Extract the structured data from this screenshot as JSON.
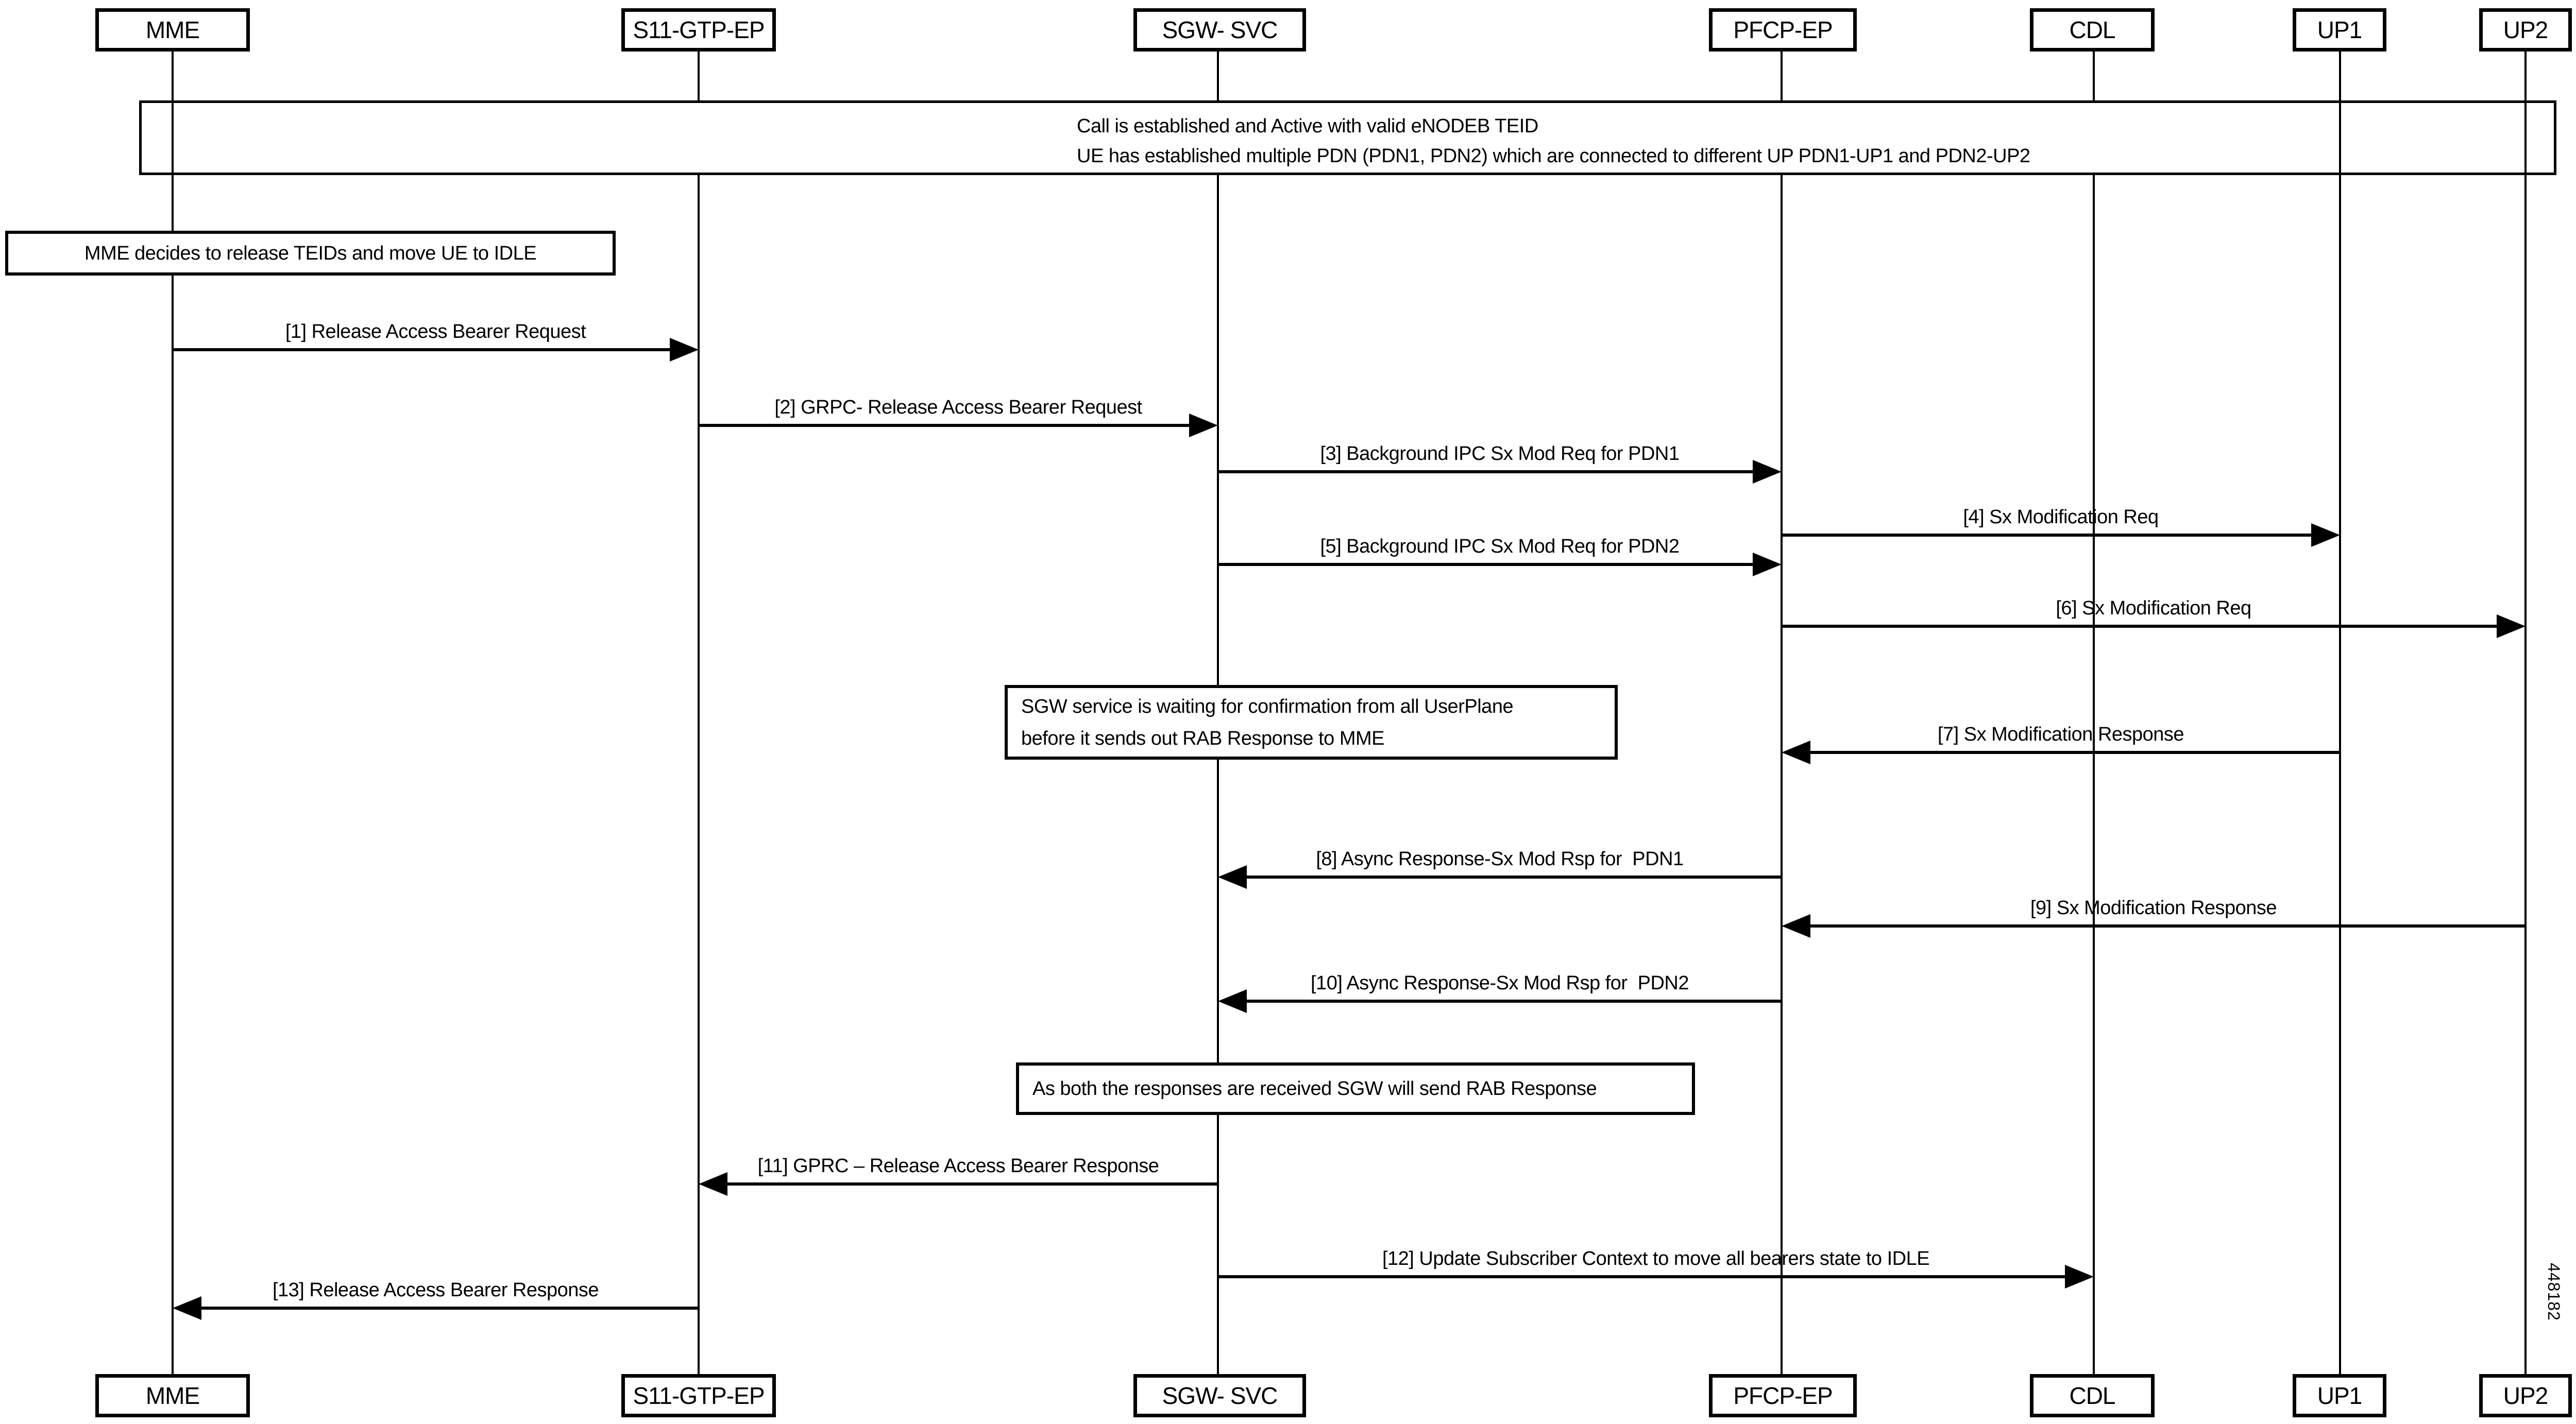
{
  "actors": [
    {
      "label": "MME"
    },
    {
      "label": "S11-GTP-EP"
    },
    {
      "label": "SGW- SVC"
    },
    {
      "label": "PFCP-EP"
    },
    {
      "label": "CDL"
    },
    {
      "label": "UP1"
    },
    {
      "label": "UP2"
    }
  ],
  "banner": {
    "line1": "Call is established and Active with valid eNODEB TEID",
    "line2": "UE has established multiple PDN (PDN1, PDN2) which are connected to different UP PDN1-UP1 and PDN2-UP2"
  },
  "notes": [
    {
      "lines": [
        "MME decides to release TEIDs and move UE to IDLE"
      ]
    },
    {
      "lines": [
        "SGW service is waiting for confirmation from all UserPlane",
        "before it sends out RAB Response to MME"
      ]
    },
    {
      "lines": [
        "As both the responses are received SGW will send RAB Response"
      ]
    }
  ],
  "messages": [
    {
      "label": "[1] Release Access Bearer Request",
      "from": "MME",
      "to": "S11-GTP-EP"
    },
    {
      "label": "[2] GRPC- Release Access Bearer Request",
      "from": "S11-GTP-EP",
      "to": "SGW- SVC"
    },
    {
      "label": "[3] Background IPC Sx Mod Req for PDN1",
      "from": "SGW- SVC",
      "to": "PFCP-EP"
    },
    {
      "label": "[4] Sx Modification Req",
      "from": "PFCP-EP",
      "to": "UP1"
    },
    {
      "label": "[5] Background IPC Sx Mod Req for PDN2",
      "from": "SGW- SVC",
      "to": "PFCP-EP"
    },
    {
      "label": "[6] Sx Modification Req",
      "from": "PFCP-EP",
      "to": "UP2"
    },
    {
      "label": "[7] Sx Modification Response",
      "from": "UP1",
      "to": "PFCP-EP"
    },
    {
      "label": "[8] Async Response-Sx Mod Rsp for  PDN1",
      "from": "PFCP-EP",
      "to": "SGW- SVC"
    },
    {
      "label": "[9] Sx Modification Response",
      "from": "UP2",
      "to": "PFCP-EP"
    },
    {
      "label": "[10] Async Response-Sx Mod Rsp for  PDN2",
      "from": "PFCP-EP",
      "to": "SGW- SVC"
    },
    {
      "label": "[11] GPRC – Release Access Bearer Response",
      "from": "SGW- SVC",
      "to": "S11-GTP-EP"
    },
    {
      "label": "[12] Update Subscriber Context to move all bearers state to IDLE",
      "from": "SGW- SVC",
      "to": "CDL"
    },
    {
      "label": "[13] Release Access Bearer Response",
      "from": "S11-GTP-EP",
      "to": "MME"
    }
  ],
  "side_label": "448182",
  "colors": {
    "line": "#000000",
    "background": "#ffffff"
  }
}
